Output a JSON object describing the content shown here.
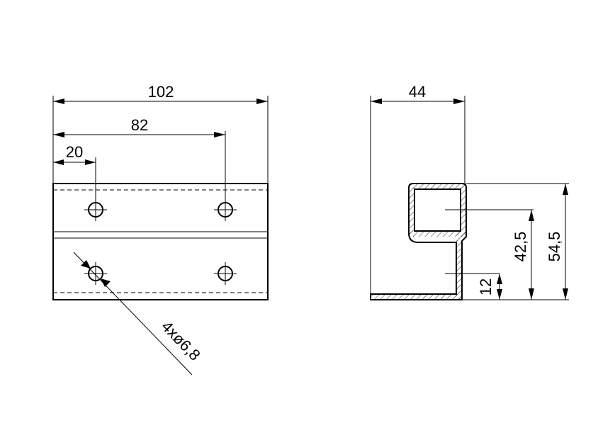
{
  "front_view": {
    "overall_width": "102",
    "hole_spacing": "82",
    "hole_offset": "20",
    "hole_callout": "4xø6,8"
  },
  "side_view": {
    "depth": "44",
    "dim_12": "12",
    "dim_42_5": "42,5",
    "dim_54_5": "54,5"
  }
}
